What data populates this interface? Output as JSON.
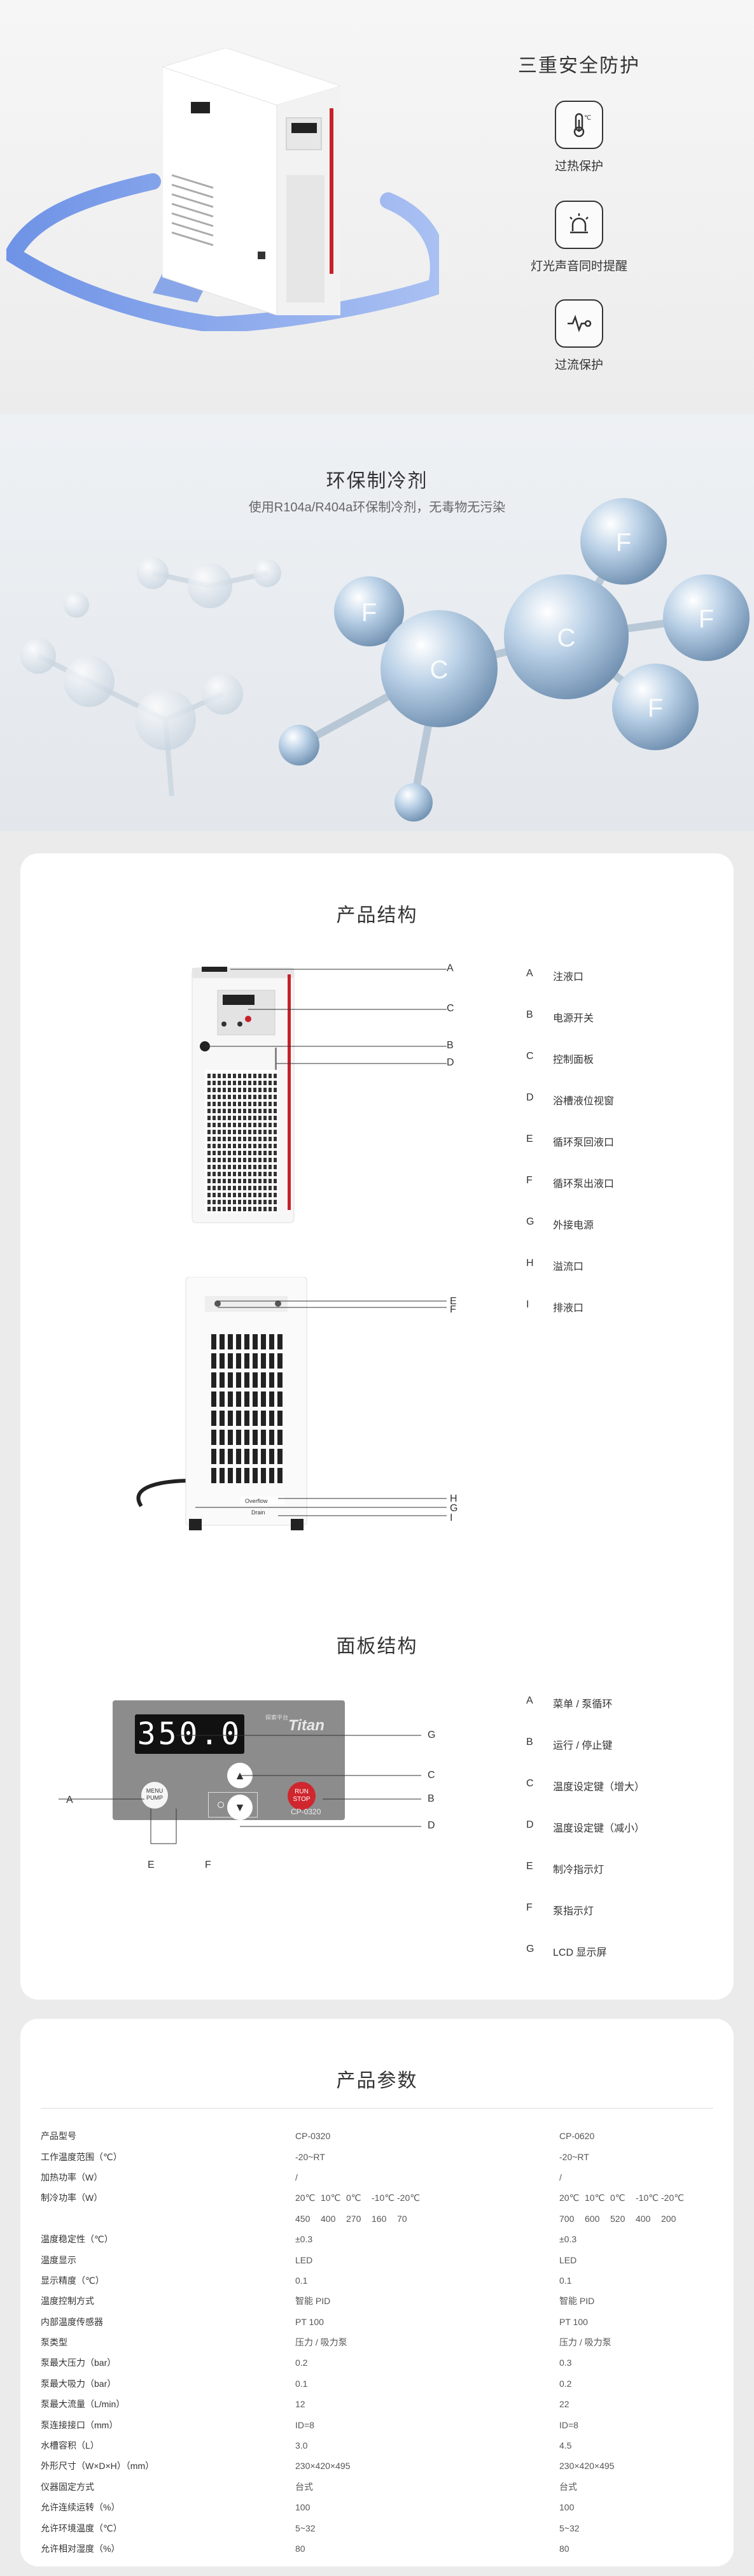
{
  "safety": {
    "title": "三重安全防护",
    "items": [
      {
        "icon": "thermometer-icon",
        "label": "过热保护"
      },
      {
        "icon": "alarm-light-icon",
        "label": "灯光声音同时提醒"
      },
      {
        "icon": "current-protection-icon",
        "label": "过流保护"
      }
    ],
    "accent": "#6f93e6"
  },
  "refrigerant": {
    "title": "环保制冷剂",
    "subtitle": "使用R104a/R404a环保制冷剂，无毒物无污染",
    "atom_labels": [
      "F",
      "F",
      "C",
      "F",
      "C",
      "F"
    ]
  },
  "product_structure": {
    "title": "产品结构",
    "front_callouts": [
      "A",
      "C",
      "B",
      "D"
    ],
    "back_callouts": [
      "E",
      "F",
      "H",
      "G",
      "I"
    ],
    "back_labels": {
      "overflow": "Overflow",
      "drain": "Drain"
    },
    "legend": [
      {
        "key": "A",
        "label": "注液口"
      },
      {
        "key": "B",
        "label": "电源开关"
      },
      {
        "key": "C",
        "label": "控制面板"
      },
      {
        "key": "D",
        "label": "浴槽液位视窗"
      },
      {
        "key": "E",
        "label": "循环泵回液口"
      },
      {
        "key": "F",
        "label": "循环泵出液口"
      },
      {
        "key": "G",
        "label": "外接电源"
      },
      {
        "key": "H",
        "label": "溢流口"
      },
      {
        "key": "I",
        "label": "排液口"
      }
    ]
  },
  "panel_structure": {
    "title": "面板结构",
    "display_value": "350.0",
    "brand": "Titan",
    "brand_small": "探索平台",
    "menu_label": "MENU PUMP",
    "run_label": "RUN STOP",
    "model": "CP-0320",
    "callouts": {
      "left": "A",
      "g": "G",
      "c": "C",
      "b": "B",
      "d": "D",
      "e": "E",
      "f": "F"
    },
    "legend": [
      {
        "key": "A",
        "label": "菜单 / 泵循环"
      },
      {
        "key": "B",
        "label": "运行 / 停止键"
      },
      {
        "key": "C",
        "label": "温度设定键（增大）"
      },
      {
        "key": "D",
        "label": "温度设定键（减小）"
      },
      {
        "key": "E",
        "label": "制冷指示灯"
      },
      {
        "key": "F",
        "label": "泵指示灯"
      },
      {
        "key": "G",
        "label": "LCD 显示屏"
      }
    ]
  },
  "specs": {
    "title": "产品参数",
    "rows": [
      {
        "name": "产品型号",
        "a": "CP-0320",
        "b": "CP-0620"
      },
      {
        "name": "工作温度范围（℃）",
        "a": "-20~RT",
        "b": "-20~RT"
      },
      {
        "name": "加热功率（W）",
        "a": "/",
        "b": "/"
      },
      {
        "name": "制冷功率（W）",
        "a_temps": [
          "20℃",
          "10℃",
          "0℃",
          "-10℃",
          "-20℃"
        ],
        "b_temps": [
          "20℃",
          "10℃",
          "0℃",
          "-10℃",
          "-20℃"
        ]
      },
      {
        "name": "",
        "a_vals": [
          "450",
          "400",
          "270",
          "160",
          "70"
        ],
        "b_vals": [
          "700",
          "600",
          "520",
          "400",
          "200"
        ]
      },
      {
        "name": "温度稳定性（℃）",
        "a": "±0.3",
        "b": "±0.3"
      },
      {
        "name": "温度显示",
        "a": "LED",
        "b": "LED"
      },
      {
        "name": "显示精度（℃）",
        "a": "0.1",
        "b": "0.1"
      },
      {
        "name": "温度控制方式",
        "a": "智能 PID",
        "b": "智能 PID"
      },
      {
        "name": "内部温度传感器",
        "a": "PT 100",
        "b": "PT 100"
      },
      {
        "name": "泵类型",
        "a": "压力 / 吸力泵",
        "b": "压力 / 吸力泵"
      },
      {
        "name": "泵最大压力（bar）",
        "a": "0.2",
        "b": "0.3"
      },
      {
        "name": "泵最大吸力（bar）",
        "a": "0.1",
        "b": "0.2"
      },
      {
        "name": "泵最大流量（L/min）",
        "a": "12",
        "b": "22"
      },
      {
        "name": "泵连接接口（mm）",
        "a": "ID=8",
        "b": "ID=8"
      },
      {
        "name": "水槽容积（L）",
        "a": "3.0",
        "b": "4.5"
      },
      {
        "name": "外形尺寸（W×D×H）（mm）",
        "a": "230×420×495",
        "b": "230×420×495"
      },
      {
        "name": "仪器固定方式",
        "a": "台式",
        "b": "台式"
      },
      {
        "name": "允许连续运转（%）",
        "a": "100",
        "b": "100"
      },
      {
        "name": "允许环境温度（℃）",
        "a": "5~32",
        "b": "5~32"
      },
      {
        "name": "允许相对湿度（%）",
        "a": "80",
        "b": "80"
      }
    ]
  }
}
